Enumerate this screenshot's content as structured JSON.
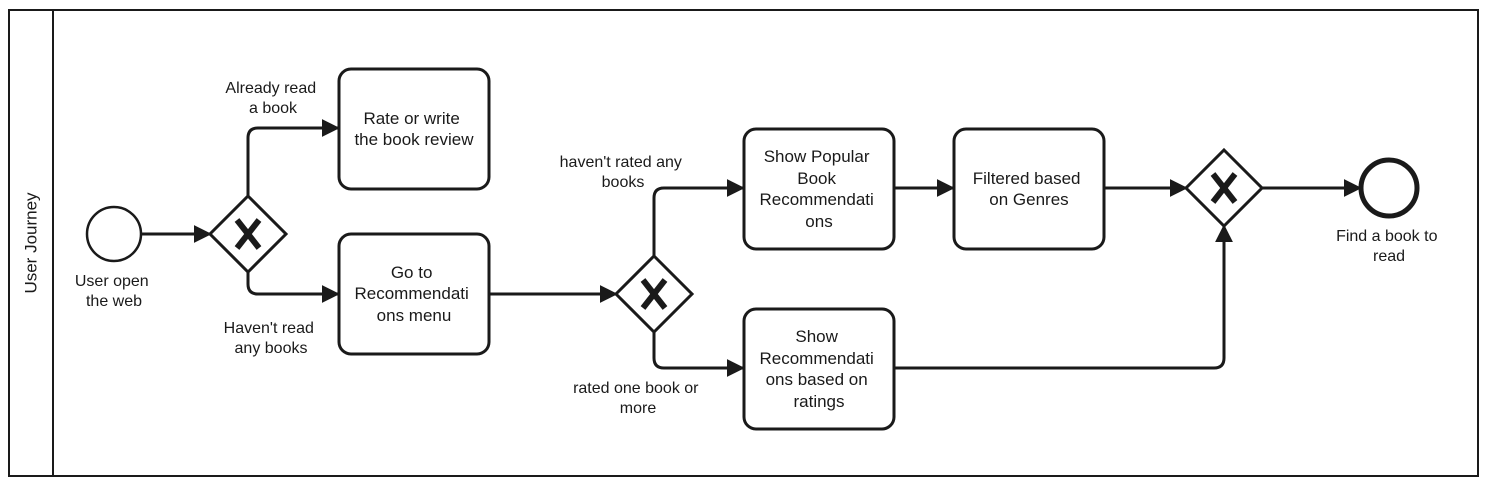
{
  "lane": {
    "title": "User Journey"
  },
  "events": {
    "start": {
      "label": [
        "User open",
        "the web"
      ]
    },
    "end": {
      "label": [
        "Find a book to",
        "read"
      ]
    }
  },
  "gateways": {
    "g1": {
      "type": "exclusive",
      "symbol": "X"
    },
    "g2": {
      "type": "exclusive",
      "symbol": "X"
    },
    "g3": {
      "type": "exclusive",
      "symbol": "X"
    }
  },
  "tasks": {
    "rate_review": {
      "lines": [
        "Rate or write",
        "the book review"
      ]
    },
    "go_reco": {
      "lines": [
        "Go to",
        "Recommendati",
        "ons menu"
      ]
    },
    "popular": {
      "lines": [
        "Show Popular",
        "Book",
        "Recommendati",
        "ons"
      ]
    },
    "filtered": {
      "lines": [
        "Filtered based",
        "on Genres"
      ]
    },
    "ratings": {
      "lines": [
        "Show",
        "Recommendati",
        "ons based on",
        "ratings"
      ]
    }
  },
  "flow_labels": {
    "already_read": [
      "Already read",
      "a book"
    ],
    "havent_read": [
      "Haven't read",
      "any books"
    ],
    "havent_rated": [
      "haven't rated any",
      "books"
    ],
    "rated_one": [
      "rated one book or",
      "more"
    ]
  },
  "colors": {
    "stroke": "#1a1a1a",
    "background": "#ffffff"
  }
}
